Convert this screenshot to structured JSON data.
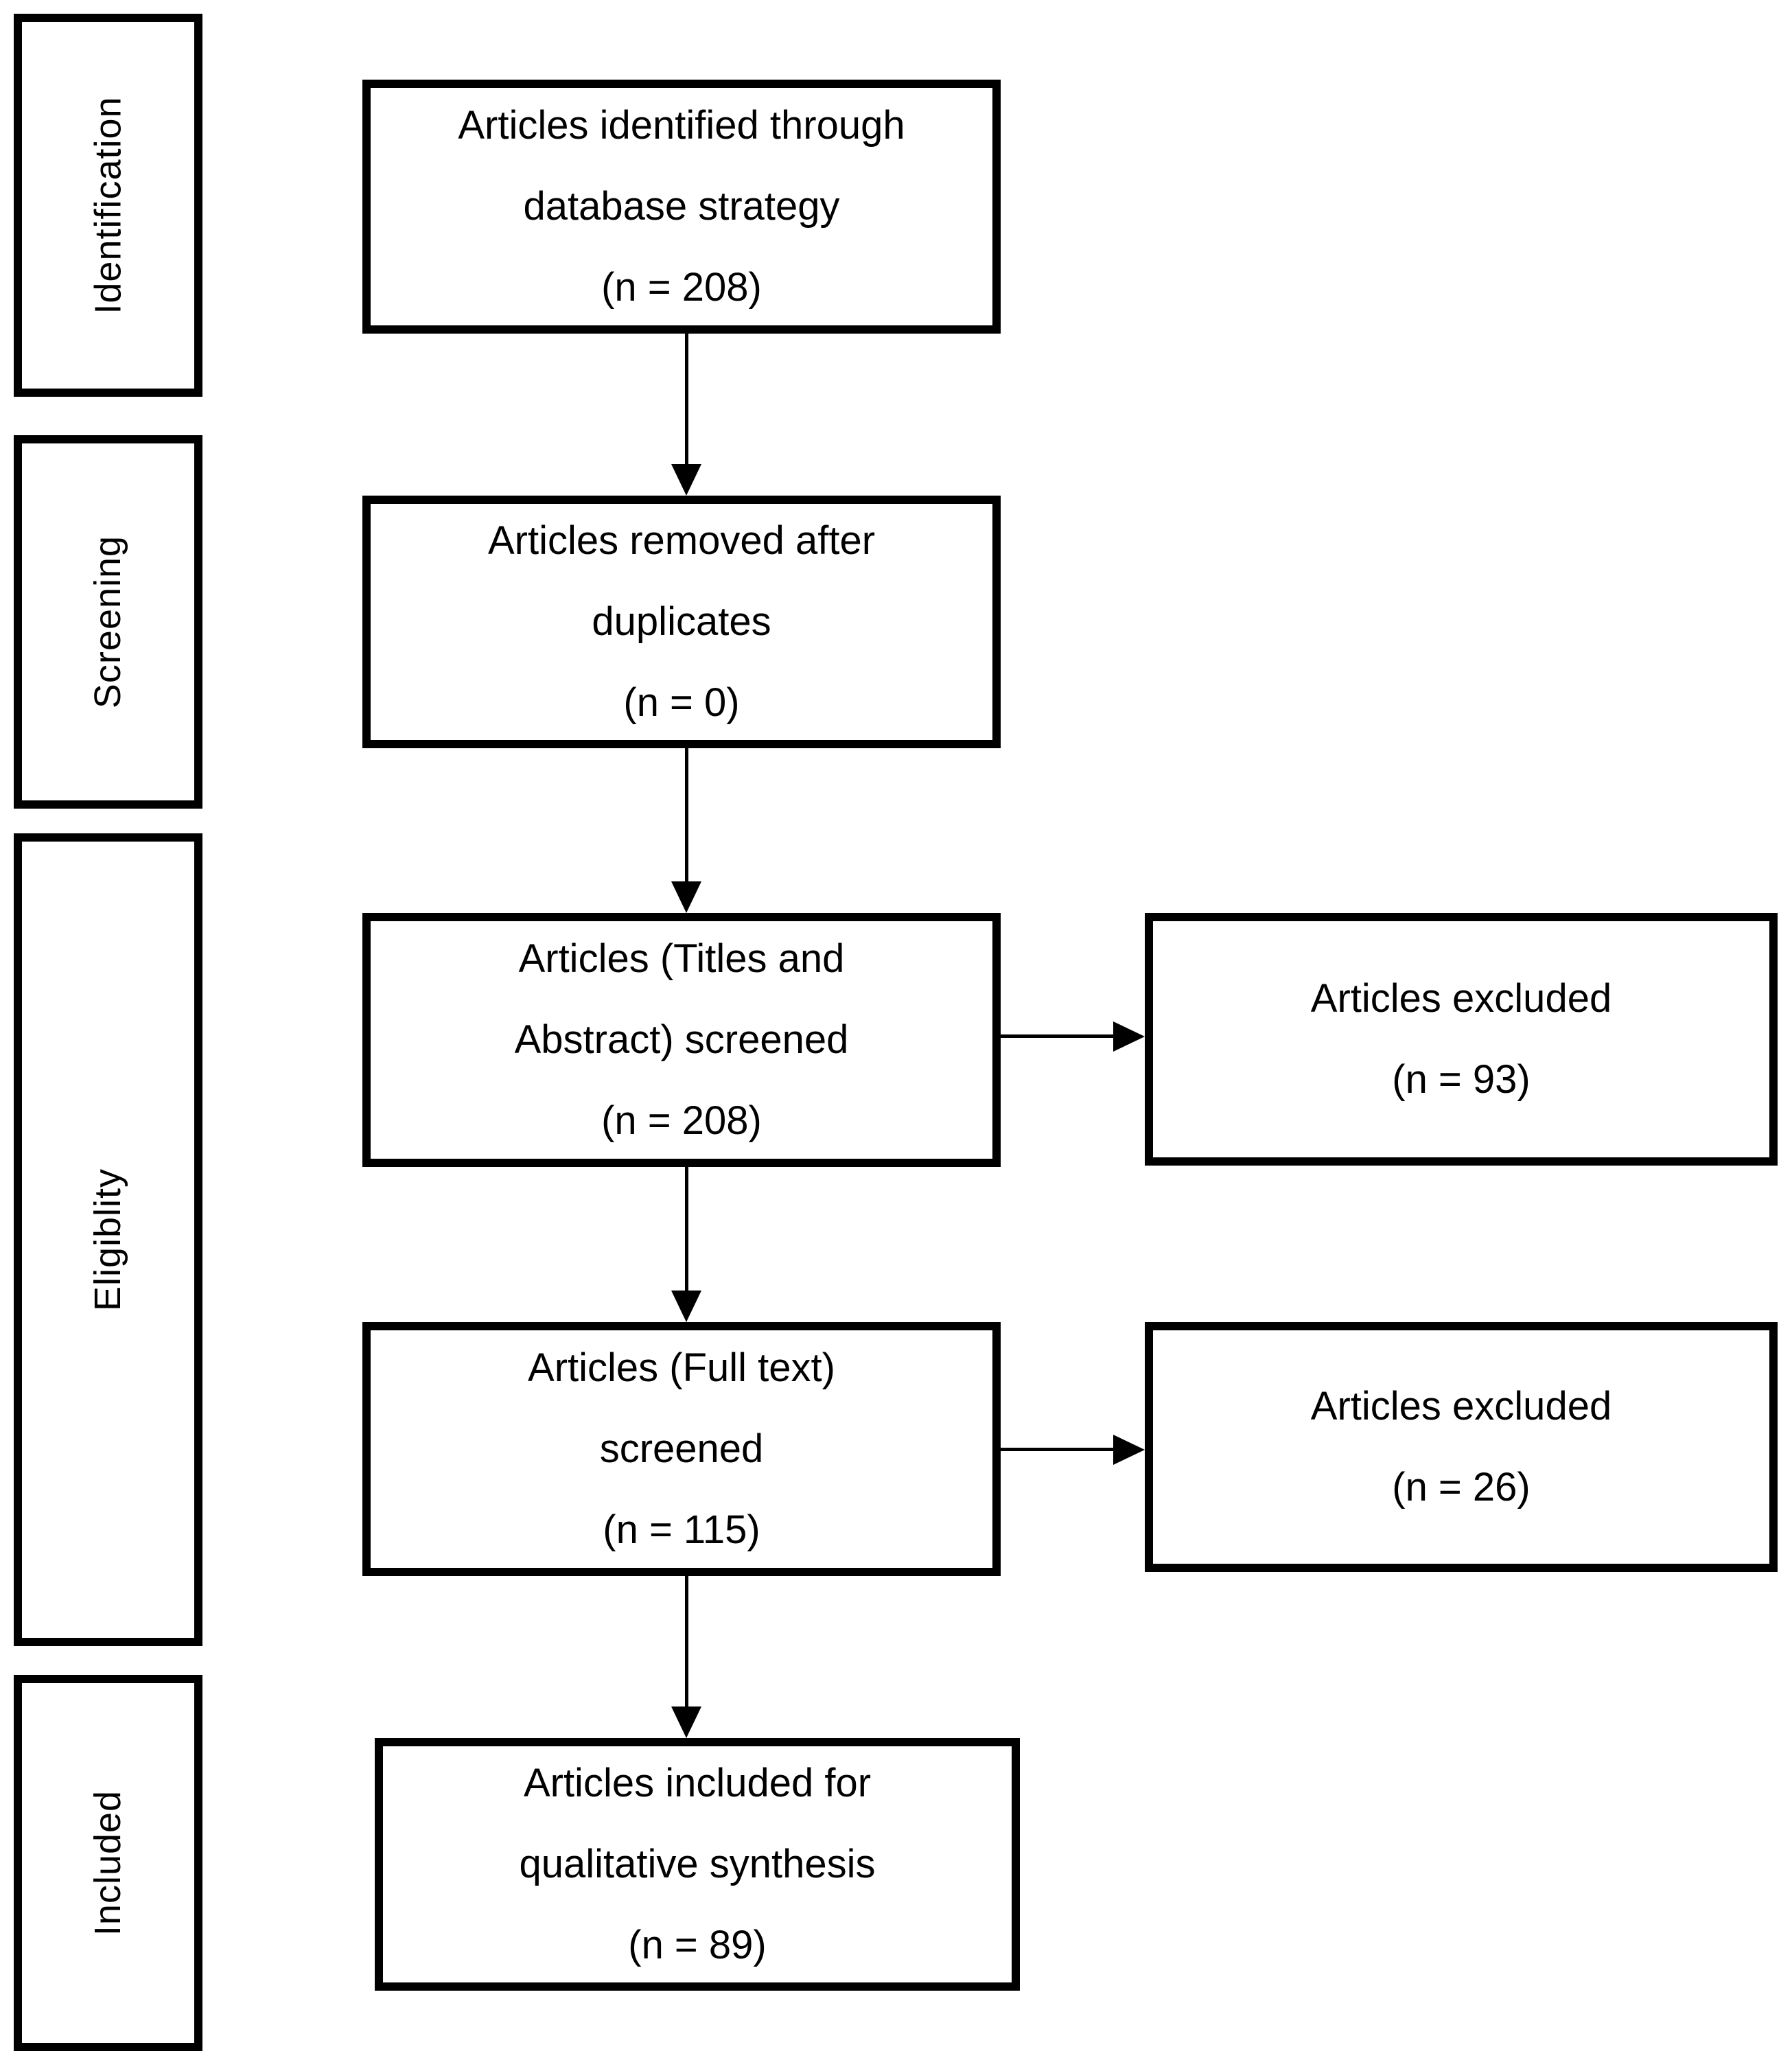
{
  "diagram": {
    "type": "prisma-flow",
    "stage_labels": [
      {
        "label": "Identification"
      },
      {
        "label": "Screening"
      },
      {
        "label": "Eligiblity"
      },
      {
        "label": "Included"
      }
    ],
    "flow_boxes": [
      {
        "n": 208,
        "lines": [
          "Articles identified through",
          "database strategy",
          "(n = 208)"
        ]
      },
      {
        "n": 0,
        "lines": [
          "Articles removed after",
          "duplicates",
          "(n = 0)"
        ]
      },
      {
        "n": 208,
        "lines": [
          "Articles (Titles and",
          "Abstract) screened",
          "(n = 208)"
        ]
      },
      {
        "n": 115,
        "lines": [
          "Articles (Full text)",
          "screened",
          "(n = 115)"
        ]
      },
      {
        "n": 89,
        "lines": [
          "Articles included for",
          "qualitative synthesis",
          "(n = 89)"
        ]
      }
    ],
    "exclusion_boxes": [
      {
        "n": 93,
        "lines": [
          "Articles excluded",
          "(n = 93)"
        ]
      },
      {
        "n": 26,
        "lines": [
          "Articles excluded",
          "(n = 26)"
        ]
      }
    ],
    "connections": [
      {
        "from": "articles-identified",
        "to": "duplicates-removed",
        "direction": "down"
      },
      {
        "from": "duplicates-removed",
        "to": "titles-abstract-screened",
        "direction": "down"
      },
      {
        "from": "titles-abstract-screened",
        "to": "excluded-93",
        "direction": "right"
      },
      {
        "from": "titles-abstract-screened",
        "to": "full-text-screened",
        "direction": "down"
      },
      {
        "from": "full-text-screened",
        "to": "excluded-26",
        "direction": "right"
      },
      {
        "from": "full-text-screened",
        "to": "included-qualitative",
        "direction": "down"
      }
    ],
    "colors": {
      "border": "#000000",
      "text": "#000000",
      "background": "#ffffff"
    }
  }
}
